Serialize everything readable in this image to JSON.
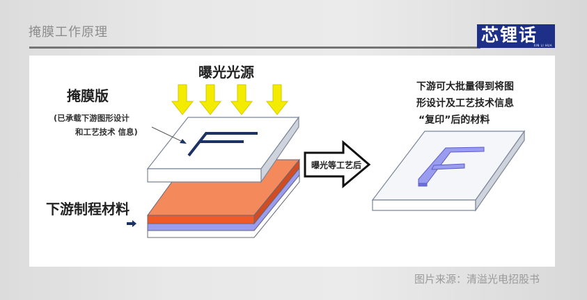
{
  "header": {
    "title": "掩膜工作原理",
    "logo_text": "芯锂话",
    "logo_subtext": "XIN LI HUA"
  },
  "diagram": {
    "light_source": "曝光光源",
    "mask_label": "掩膜版",
    "mask_note_line1": "(已承载下游图形设计",
    "mask_note_line2": "和工艺技术 信息)",
    "material_label": "下游制程材料",
    "process_arrow": "曝光等工艺后",
    "result_line1": "下游可大批量得到将图",
    "result_line2": "形设计及工艺技术信息",
    "result_line3": "“复印”后的材料",
    "colors": {
      "arrow_yellow": "#f4ec00",
      "resist_orange": "#f07348",
      "layer_blue": "#9a9cef",
      "pattern_navy": "#1c3263"
    }
  },
  "footer": {
    "source": "图片来源：清溢光电招股书"
  }
}
